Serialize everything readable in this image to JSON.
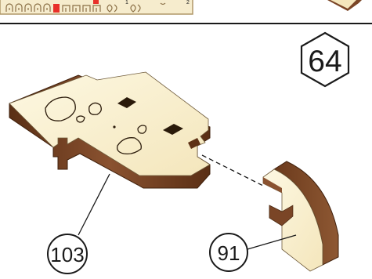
{
  "step": {
    "number": "64"
  },
  "parts": [
    {
      "id": "103",
      "label": "103"
    },
    {
      "id": "91",
      "label": "91"
    }
  ],
  "strip_digits": [
    "1",
    "2"
  ],
  "colors": {
    "wood_face": "#fbf3d2",
    "wood_edge": "#7a4526",
    "wood_edge_dark": "#5e3216",
    "strip_bg": "#f6eccd",
    "strip_border": "#b09868",
    "highlight_piece": "#e8302a",
    "line": "#1a1a1a"
  }
}
